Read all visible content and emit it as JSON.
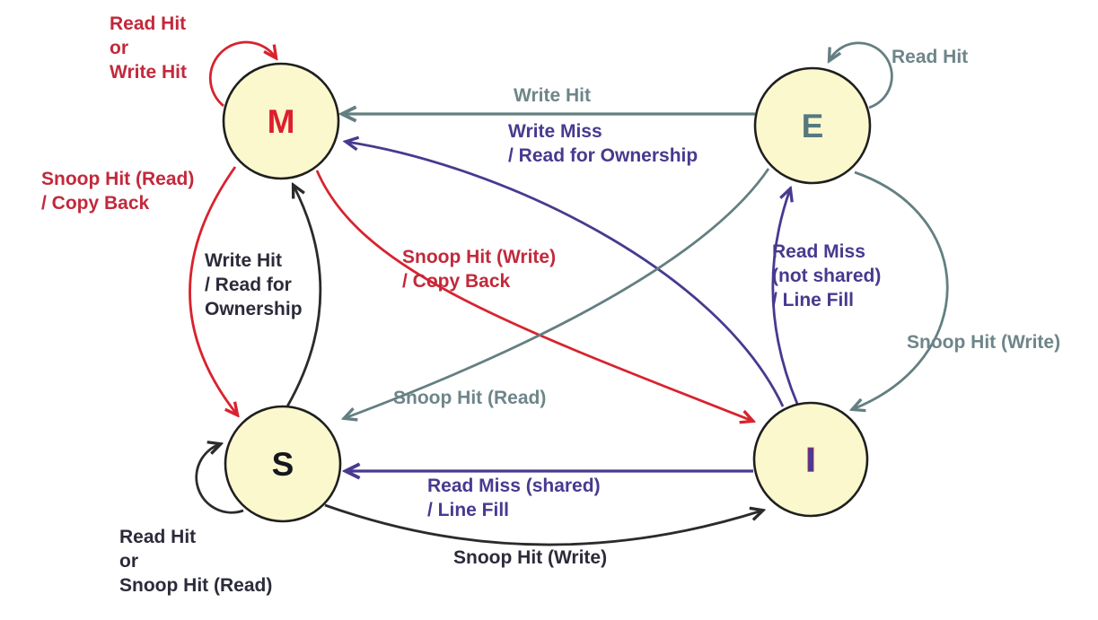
{
  "colors": {
    "node_fill": "#FBF8CE",
    "node_border": "#1F1F1F",
    "red": "#D8232F",
    "red_text": "#C2293B",
    "slate": "#647F81",
    "slate_text": "#6E8589",
    "purple": "#473A8F",
    "black_text": "#2B2B3A"
  },
  "nodes": [
    {
      "id": "M",
      "label": "M"
    },
    {
      "id": "E",
      "label": "E"
    },
    {
      "id": "S",
      "label": "S"
    },
    {
      "id": "I",
      "label": "I"
    }
  ],
  "transitions": [
    {
      "from": "M",
      "to": "M",
      "label": "Read Hit or Write Hit",
      "color": "red"
    },
    {
      "from": "E",
      "to": "E",
      "label": "Read Hit",
      "color": "slate"
    },
    {
      "from": "S",
      "to": "S",
      "label": "Read Hit or Snoop Hit (Read)",
      "color": "black"
    },
    {
      "from": "E",
      "to": "M",
      "label": "Write Hit",
      "color": "slate"
    },
    {
      "from": "I",
      "to": "M",
      "label": "Write Miss / Read for Ownership",
      "color": "purple"
    },
    {
      "from": "S",
      "to": "M",
      "label": "Write Hit / Read for Ownership",
      "color": "black"
    },
    {
      "from": "M",
      "to": "S",
      "label": "Snoop Hit (Read) / Copy Back",
      "color": "red"
    },
    {
      "from": "M",
      "to": "I",
      "label": "Snoop Hit (Write) / Copy Back",
      "color": "red"
    },
    {
      "from": "I",
      "to": "E",
      "label": "Read Miss (not shared) / Line Fill",
      "color": "purple"
    },
    {
      "from": "E",
      "to": "I",
      "label": "Snoop Hit (Write)",
      "color": "slate"
    },
    {
      "from": "E",
      "to": "S",
      "label": "Snoop Hit (Read)",
      "color": "slate"
    },
    {
      "from": "I",
      "to": "S",
      "label": "Read Miss (shared) / Line Fill",
      "color": "purple"
    },
    {
      "from": "S",
      "to": "I",
      "label": "Snoop Hit (Write)",
      "color": "black"
    }
  ],
  "labels": {
    "m_self": {
      "lines": [
        "Read Hit",
        "or",
        "Write Hit"
      ]
    },
    "m_to_s": {
      "lines": [
        "Snoop Hit (Read)",
        "/ Copy Back"
      ]
    },
    "e_self": {
      "lines": [
        "Read Hit"
      ]
    },
    "e_to_m": {
      "lines": [
        "Write Hit"
      ]
    },
    "i_to_m": {
      "lines": [
        "Write Miss",
        "/ Read for Ownership"
      ]
    },
    "s_to_m": {
      "lines": [
        "Write Hit",
        "/ Read for",
        "Ownership"
      ]
    },
    "m_to_i": {
      "lines": [
        "Snoop Hit (Write)",
        "/ Copy Back"
      ]
    },
    "i_to_e": {
      "lines": [
        "Read Miss",
        "(not shared)",
        "/ Line Fill"
      ]
    },
    "e_to_i": {
      "lines": [
        "Snoop Hit (Write)"
      ]
    },
    "e_to_s": {
      "lines": [
        "Snoop Hit (Read)"
      ]
    },
    "i_to_s": {
      "lines": [
        "Read Miss (shared)",
        "/ Line Fill"
      ]
    },
    "s_to_i": {
      "lines": [
        "Snoop Hit (Write)"
      ]
    },
    "s_self": {
      "lines": [
        "Read Hit",
        "or",
        "Snoop Hit (Read)"
      ]
    }
  }
}
